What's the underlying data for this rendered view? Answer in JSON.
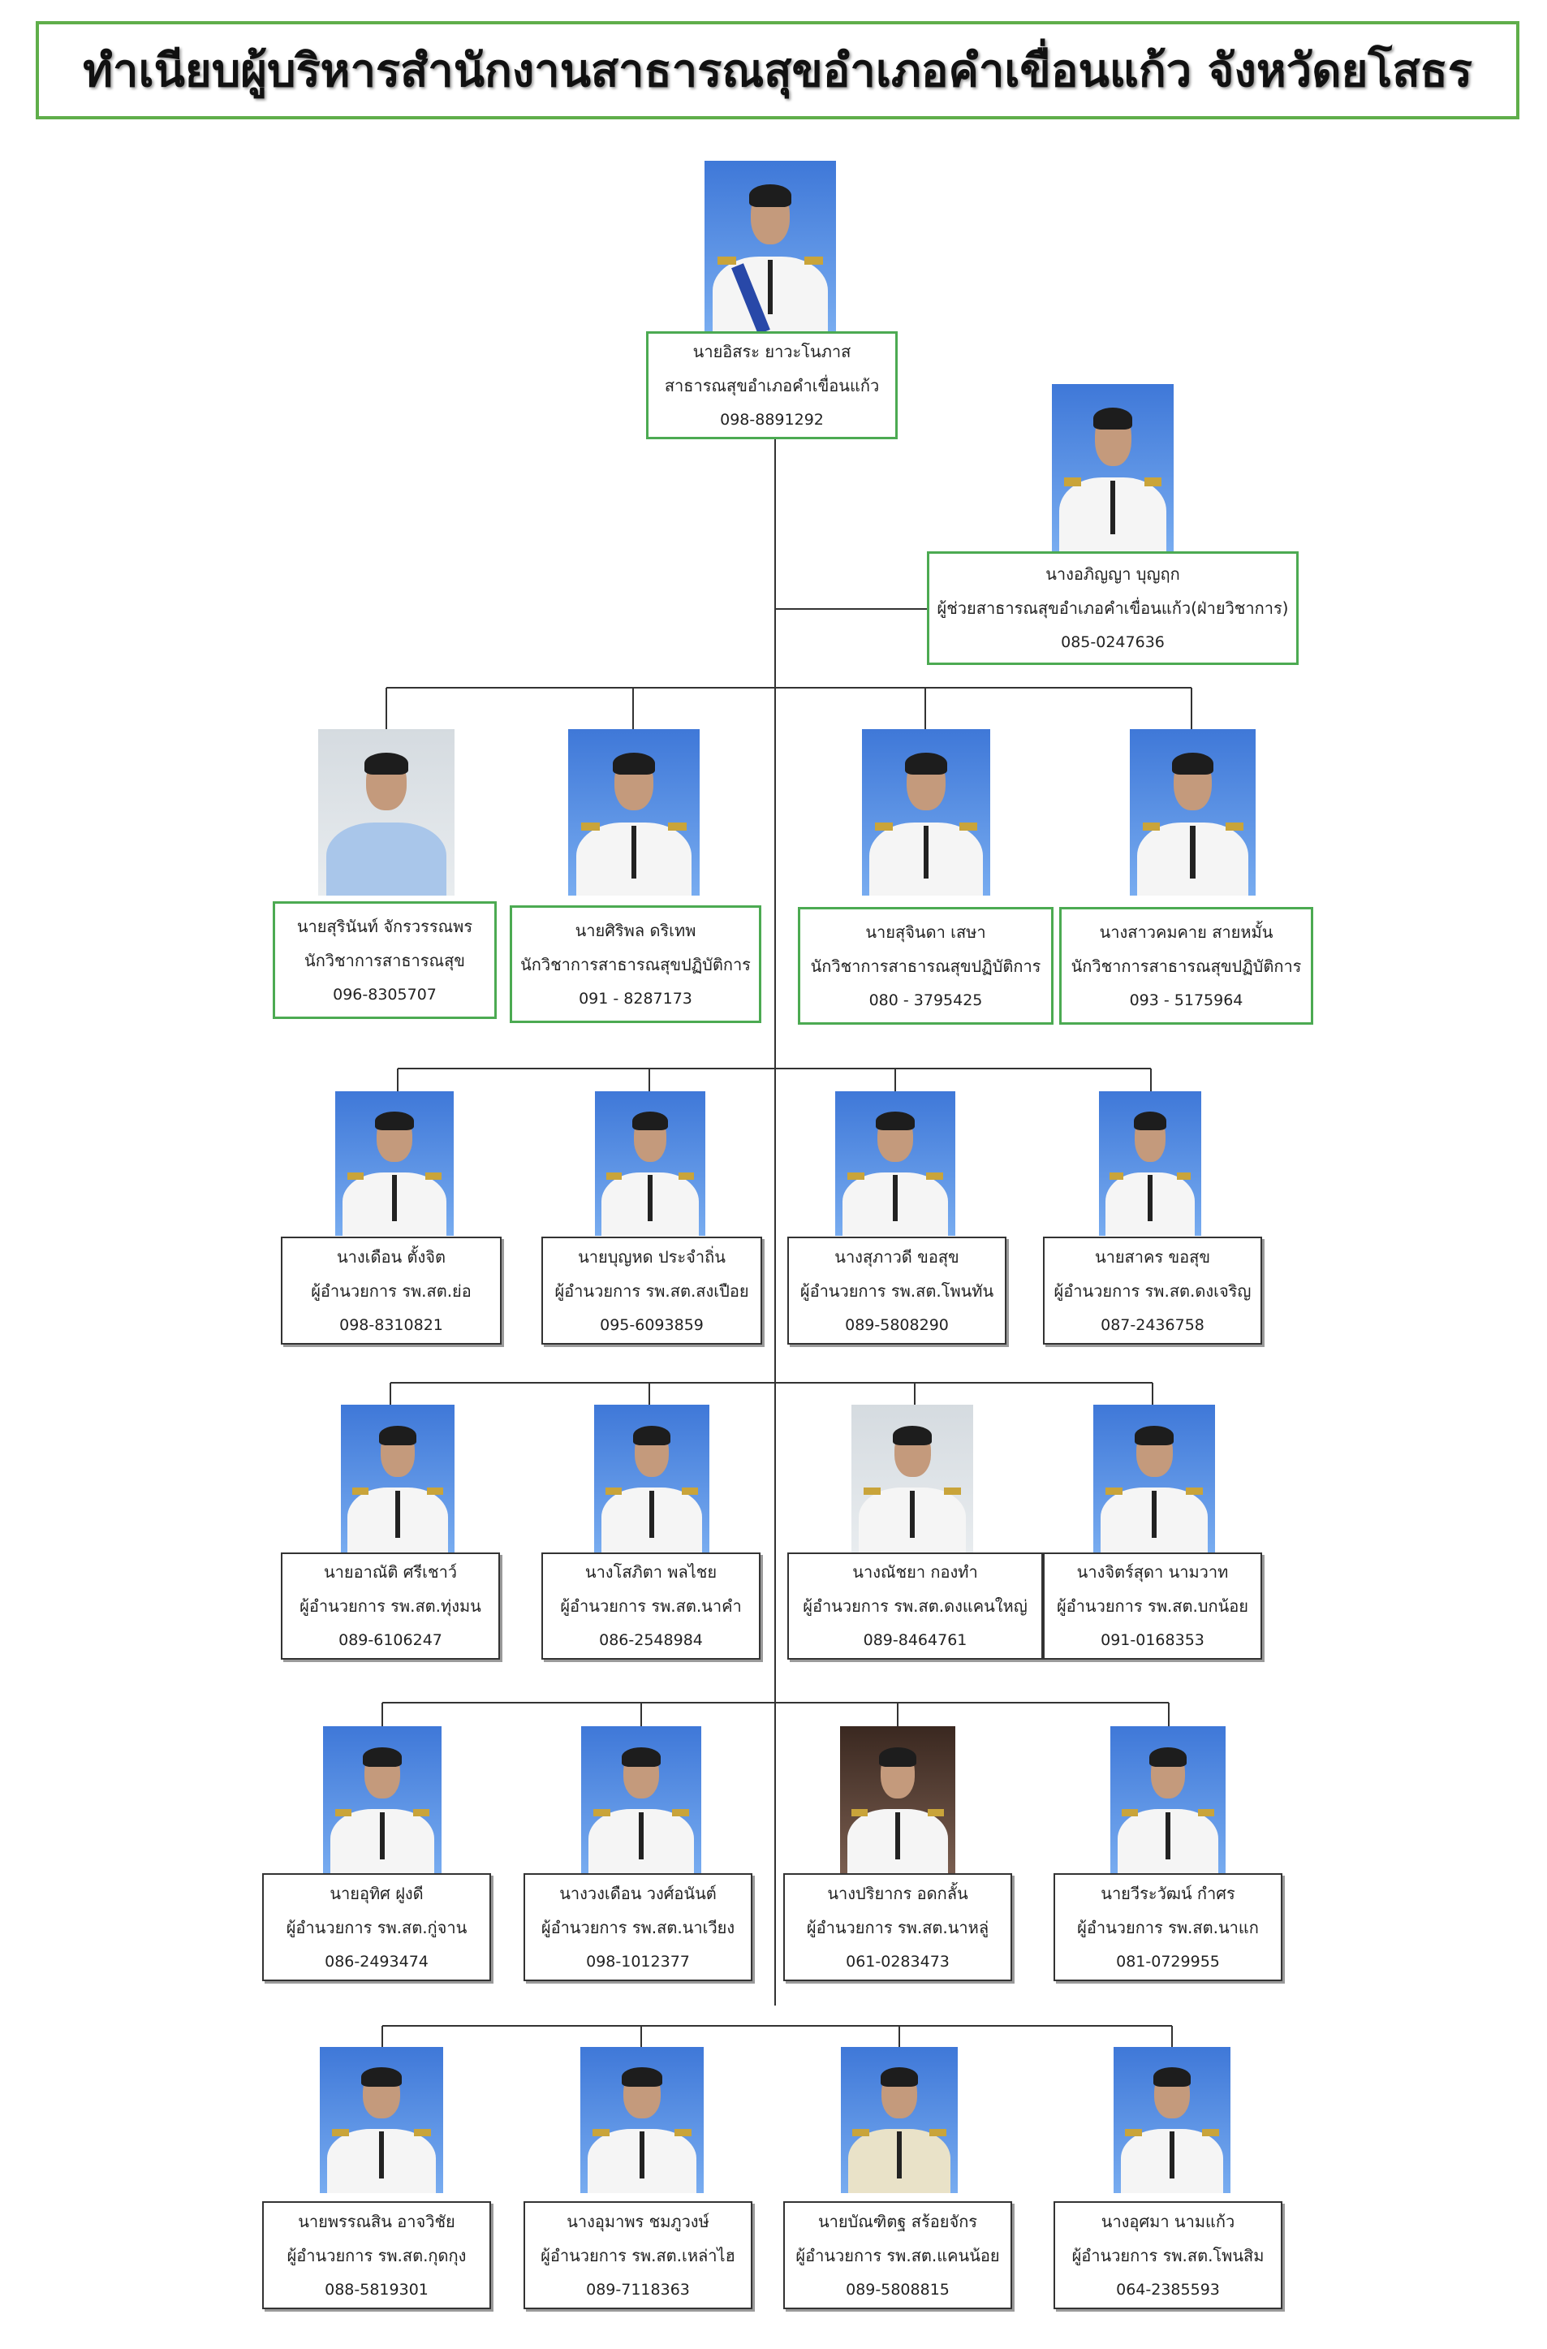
{
  "title": "ทำเนียบผู้บริหารสำนักงานสาธารณสุขอำเภอคำเขื่อนแก้ว จังหวัดยโสธร",
  "colors": {
    "green_border": "#4caa52",
    "dark_border": "#333333",
    "line": "#333333"
  },
  "head": {
    "name": "นายอิสระ  ยาวะโนภาส",
    "position": "สาธารณสุขอำเภอคำเขื่อนแก้ว",
    "phone": "098-8891292"
  },
  "assistant": {
    "name": "นางอภิญญา  บุญฤก",
    "position": "ผู้ช่วยสาธารณสุขอำเภอคำเขื่อนแก้ว(ฝ่ายวิชาการ)",
    "phone": "085-0247636"
  },
  "staff": [
    {
      "name": "นายสุรินันท์  จักรวรรณพร",
      "position": "นักวิชาการสาธารณสุข",
      "phone": "096-8305707"
    },
    {
      "name": "นายศิริพล  ดริเทพ",
      "position": "นักวิชาการสาธารณสุขปฏิบัติการ",
      "phone": "091 - 8287173"
    },
    {
      "name": "นายสุจินดา  เสษา",
      "position": "นักวิชาการสาธารณสุขปฏิบัติการ",
      "phone": "080 - 3795425"
    },
    {
      "name": "นางสาวคมคาย  สายหมั้น",
      "position": "นักวิชาการสาธารณสุขปฏิบัติการ",
      "phone": "093 - 5175964"
    }
  ],
  "directors": [
    [
      {
        "name": "นางเดือน  ตั้งจิต",
        "position": "ผู้อำนวยการ รพ.สต.ย่อ",
        "phone": "098-8310821"
      },
      {
        "name": "นายบุญหด  ประจำถิ่น",
        "position": "ผู้อำนวยการ รพ.สต.สงเปือย",
        "phone": "095-6093859"
      },
      {
        "name": "นางสุภาวดี  ขอสุข",
        "position": "ผู้อำนวยการ รพ.สต.โพนทัน",
        "phone": "089-5808290"
      },
      {
        "name": "นายสาคร  ขอสุข",
        "position": "ผู้อำนวยการ รพ.สต.ดงเจริญ",
        "phone": "087-2436758"
      }
    ],
    [
      {
        "name": "นายอาณัติ  ศรีเชาว์",
        "position": "ผู้อำนวยการ รพ.สต.ทุ่งมน",
        "phone": "089-6106247"
      },
      {
        "name": "นางโสภิตา  พลไชย",
        "position": "ผู้อำนวยการ รพ.สต.นาคำ",
        "phone": "086-2548984"
      },
      {
        "name": "นางณัชยา  กองทำ",
        "position": "ผู้อำนวยการ รพ.สต.ดงแคนใหญ่",
        "phone": "089-8464761"
      },
      {
        "name": "นางจิตร์สุดา  นามวาท",
        "position": "ผู้อำนวยการ รพ.สต.บกน้อย",
        "phone": "091-0168353"
      }
    ],
    [
      {
        "name": "นายอุทิศ  ฝูงดี",
        "position": "ผู้อำนวยการ รพ.สต.กู่จาน",
        "phone": "086-2493474"
      },
      {
        "name": "นางวงเดือน  วงศ์อนันต์",
        "position": "ผู้อำนวยการ รพ.สต.นาเวียง",
        "phone": "098-1012377"
      },
      {
        "name": "นางปริยากร  อดกลั้น",
        "position": "ผู้อำนวยการ รพ.สต.นาหลู่",
        "phone": "061-0283473"
      },
      {
        "name": "นายวีระวัฒน์  กำศร",
        "position": "ผู้อำนวยการ รพ.สต.นาแก",
        "phone": "081-0729955"
      }
    ],
    [
      {
        "name": "นายพรรณสิน  อาจวิชัย",
        "position": "ผู้อำนวยการ รพ.สต.กุดกุง",
        "phone": "088-5819301"
      },
      {
        "name": "นางอุมาพร  ชมภูวงษ์",
        "position": "ผู้อำนวยการ รพ.สต.เหล่าไฮ",
        "phone": "089-7118363"
      },
      {
        "name": "นายบัณฑิตฐ  สร้อยจักร",
        "position": "ผู้อำนวยการ รพ.สต.แคนน้อย",
        "phone": "089-5808815"
      },
      {
        "name": "นางอุศมา  นามแก้ว",
        "position": "ผู้อำนวยการ รพ.สต.โพนสิม",
        "phone": "064-2385593"
      }
    ]
  ]
}
